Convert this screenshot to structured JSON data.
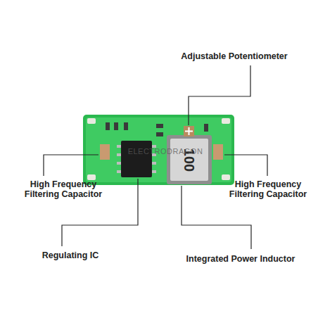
{
  "diagram": {
    "labels": [
      "Adjustable Potentiometer",
      "High Frequency Filtering Capacitor",
      "High Frequency Filtering Capacitor",
      "Regulating IC",
      "Integrated Power Inductor",
      "100",
      "ELECTRODRAGON"
    ]
  }
}
